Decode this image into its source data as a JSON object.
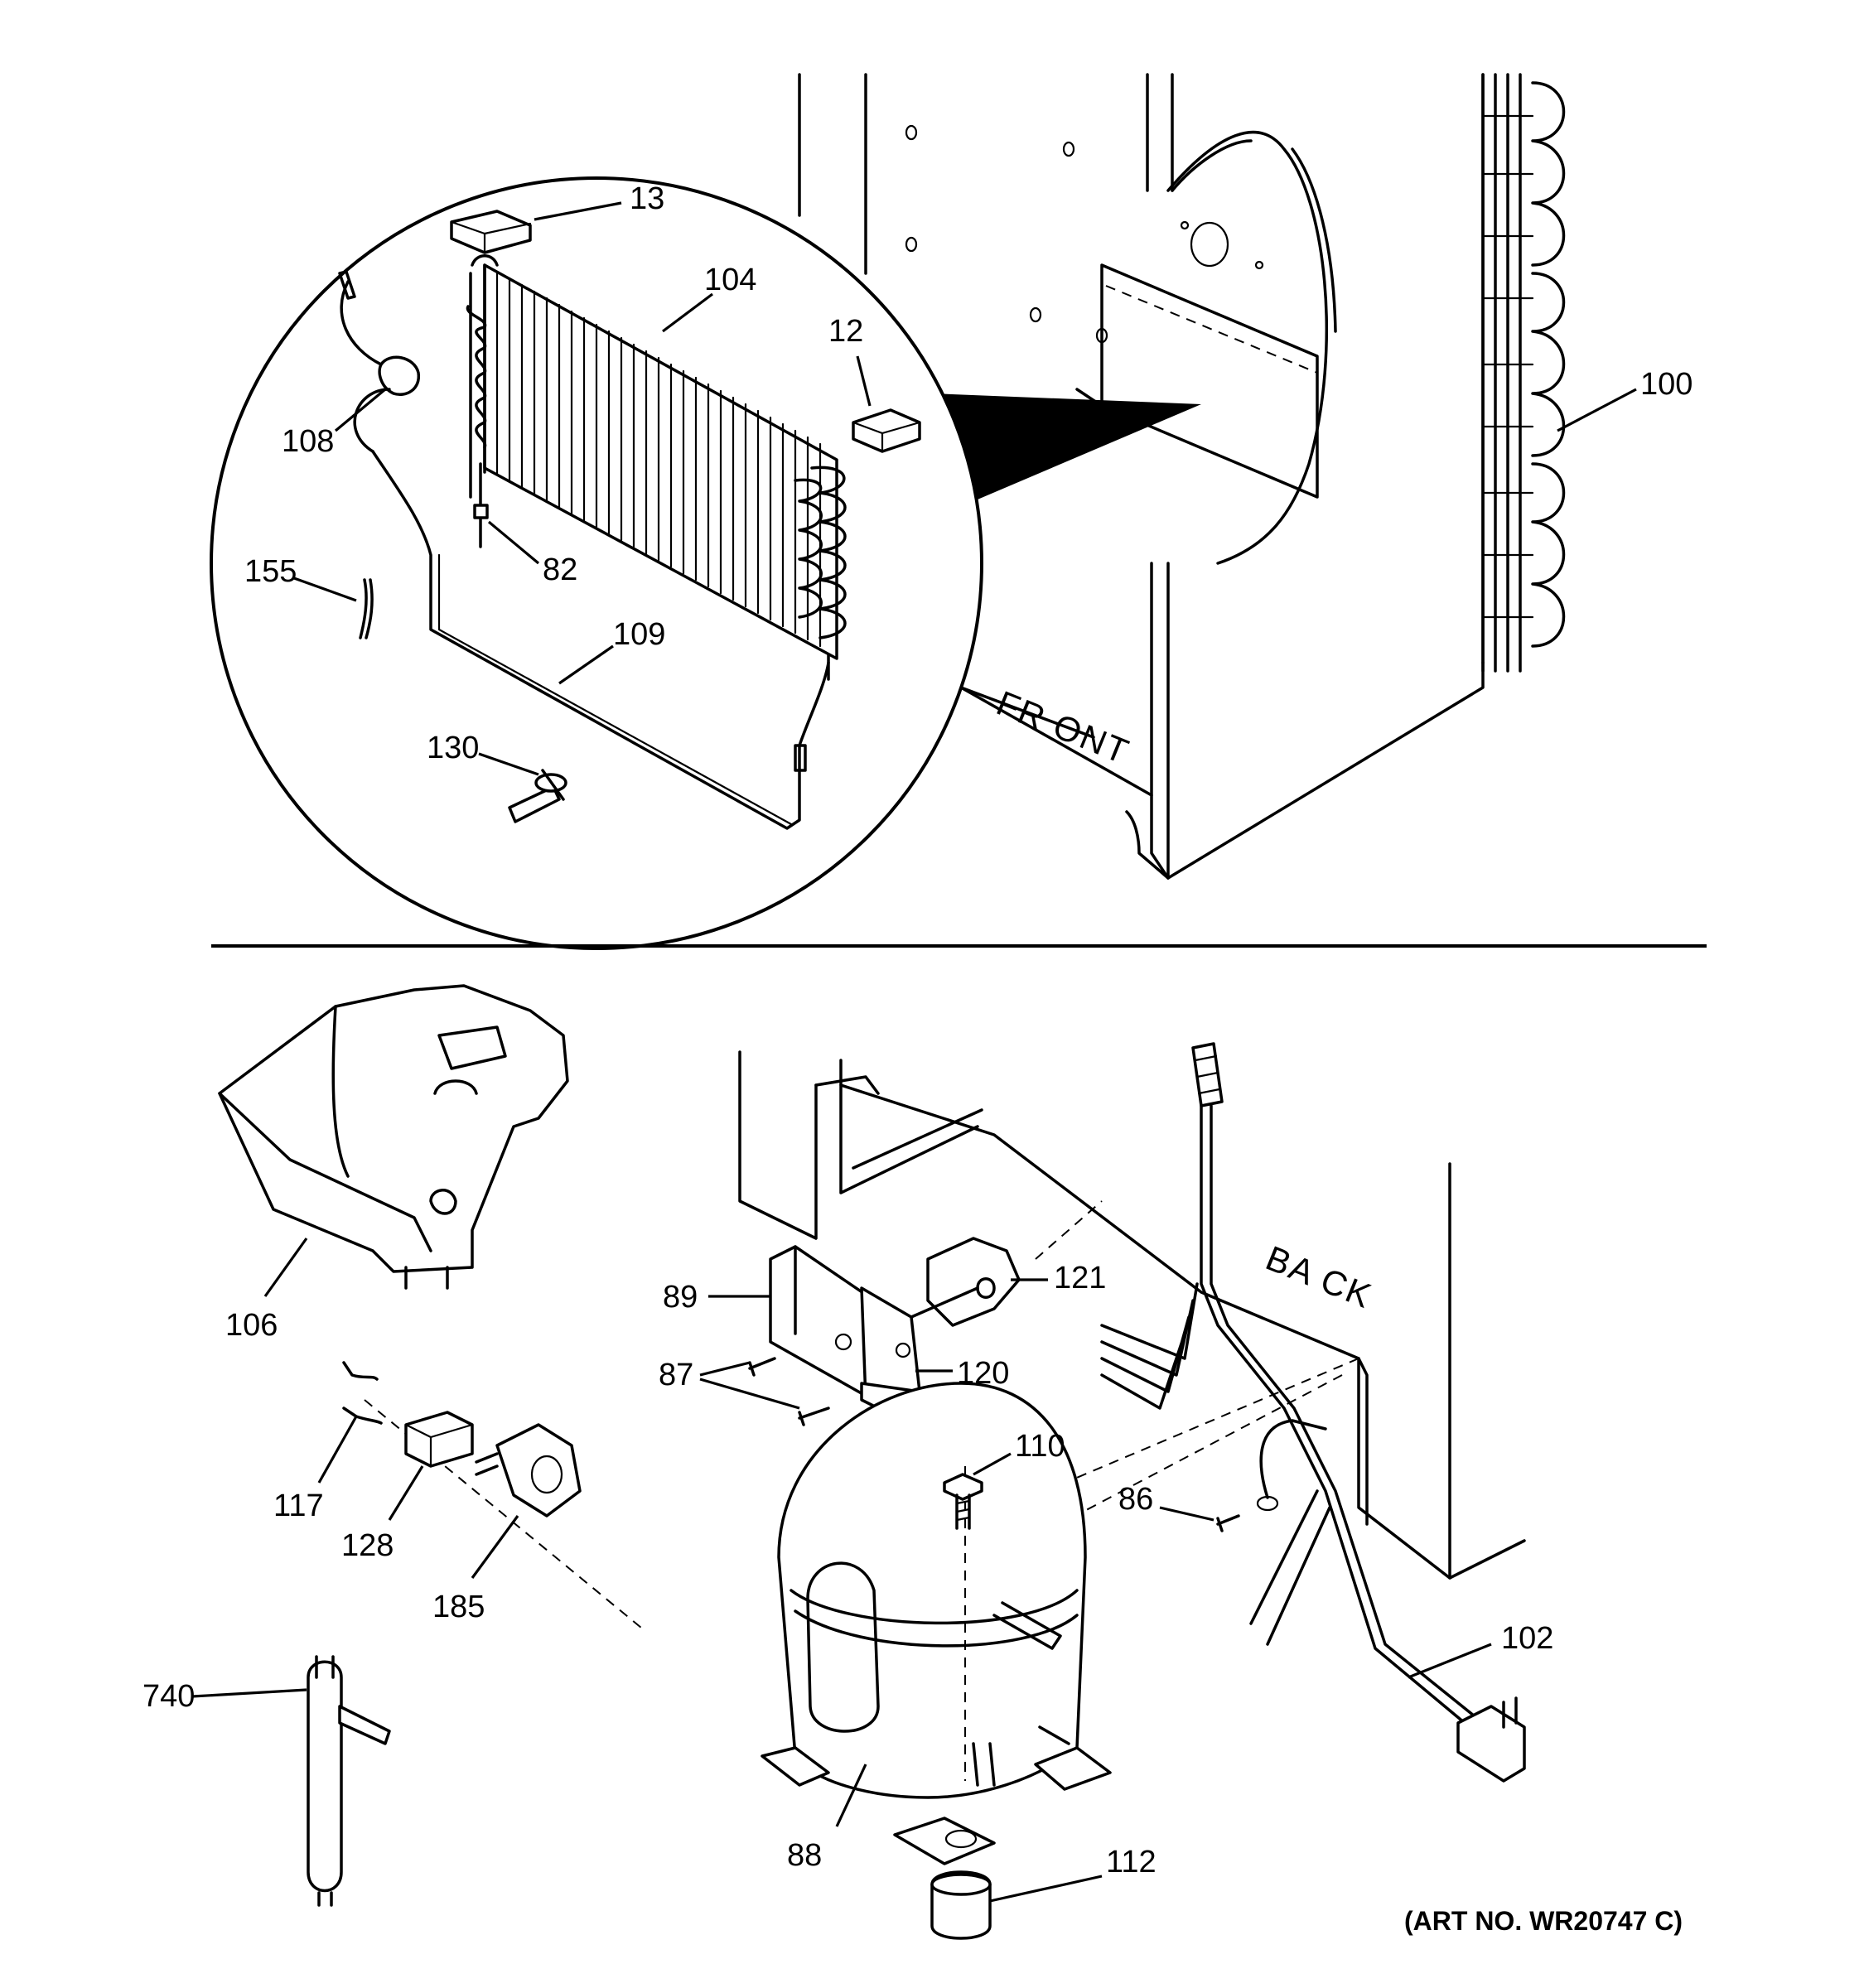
{
  "diagram": {
    "labels": {
      "front": "FR ONT",
      "back": "BA CK",
      "art_no": "(ART NO. WR20747 C)"
    },
    "callouts": {
      "c13": "13",
      "c104": "104",
      "c12": "12",
      "c108": "108",
      "c82": "82",
      "c155": "155",
      "c109": "109",
      "c130": "130",
      "c100": "100",
      "c106": "106",
      "c89": "89",
      "c121": "121",
      "c87": "87",
      "c120": "120",
      "c110": "110",
      "c86": "86",
      "c117": "117",
      "c128": "128",
      "c185": "185",
      "c102": "102",
      "c740": "740",
      "c88": "88",
      "c112": "112"
    }
  }
}
